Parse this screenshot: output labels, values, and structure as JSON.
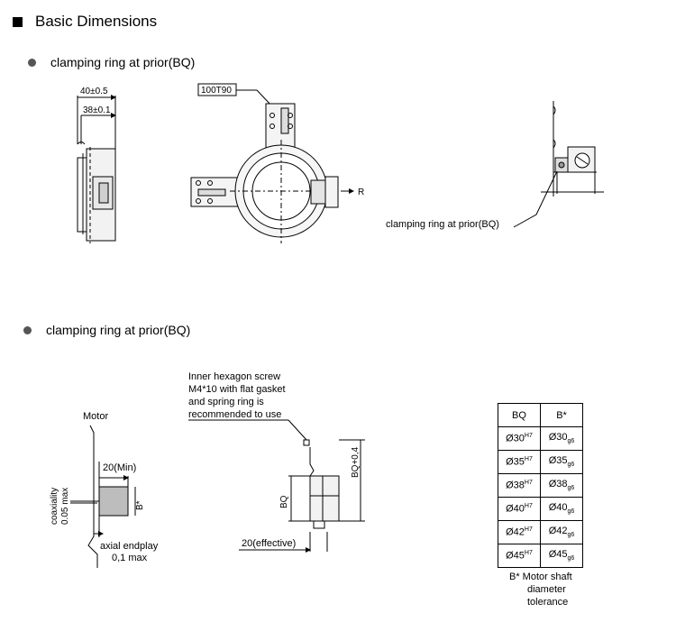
{
  "heading": "Basic Dimensions",
  "section1": {
    "label": "clamping ring at prior(BQ)",
    "dim_outer": "40±0.5",
    "dim_inner": "38±0.1",
    "part_tag": "100T90",
    "r_label": "R",
    "side_callout": "clamping ring at prior(BQ)"
  },
  "section2": {
    "label": "clamping ring at prior(BQ)",
    "motor": "Motor",
    "min_dim": "20(Min)",
    "b_star": "B*",
    "coaxiality_1": "coaxiality",
    "coaxiality_2": "0.05 max",
    "endplay_1": "axial endplay",
    "endplay_2": "0,1 max",
    "screw_note": [
      "Inner hexagon screw",
      "M4*10 with flat gasket",
      "and spring ring is",
      "recommended to use"
    ],
    "bq": "BQ",
    "bq_plus": "BQ+0,4",
    "effective": "20(effective)"
  },
  "table": {
    "headers": [
      "BQ",
      "B*"
    ],
    "rows": [
      {
        "bq": "Ø30",
        "bq_tol": "H7",
        "b": "Ø30",
        "b_tol": "g6"
      },
      {
        "bq": "Ø35",
        "bq_tol": "H7",
        "b": "Ø35",
        "b_tol": "g6"
      },
      {
        "bq": "Ø38",
        "bq_tol": "H7",
        "b": "Ø38",
        "b_tol": "g6"
      },
      {
        "bq": "Ø40",
        "bq_tol": "H7",
        "b": "Ø40",
        "b_tol": "g6"
      },
      {
        "bq": "Ø42",
        "bq_tol": "H7",
        "b": "Ø42",
        "b_tol": "g6"
      },
      {
        "bq": "Ø45",
        "bq_tol": "H7",
        "b": "Ø45",
        "b_tol": "g6"
      }
    ],
    "note_line1": "B*  Motor shaft",
    "note_line2": "diameter",
    "note_line3": "tolerance"
  }
}
